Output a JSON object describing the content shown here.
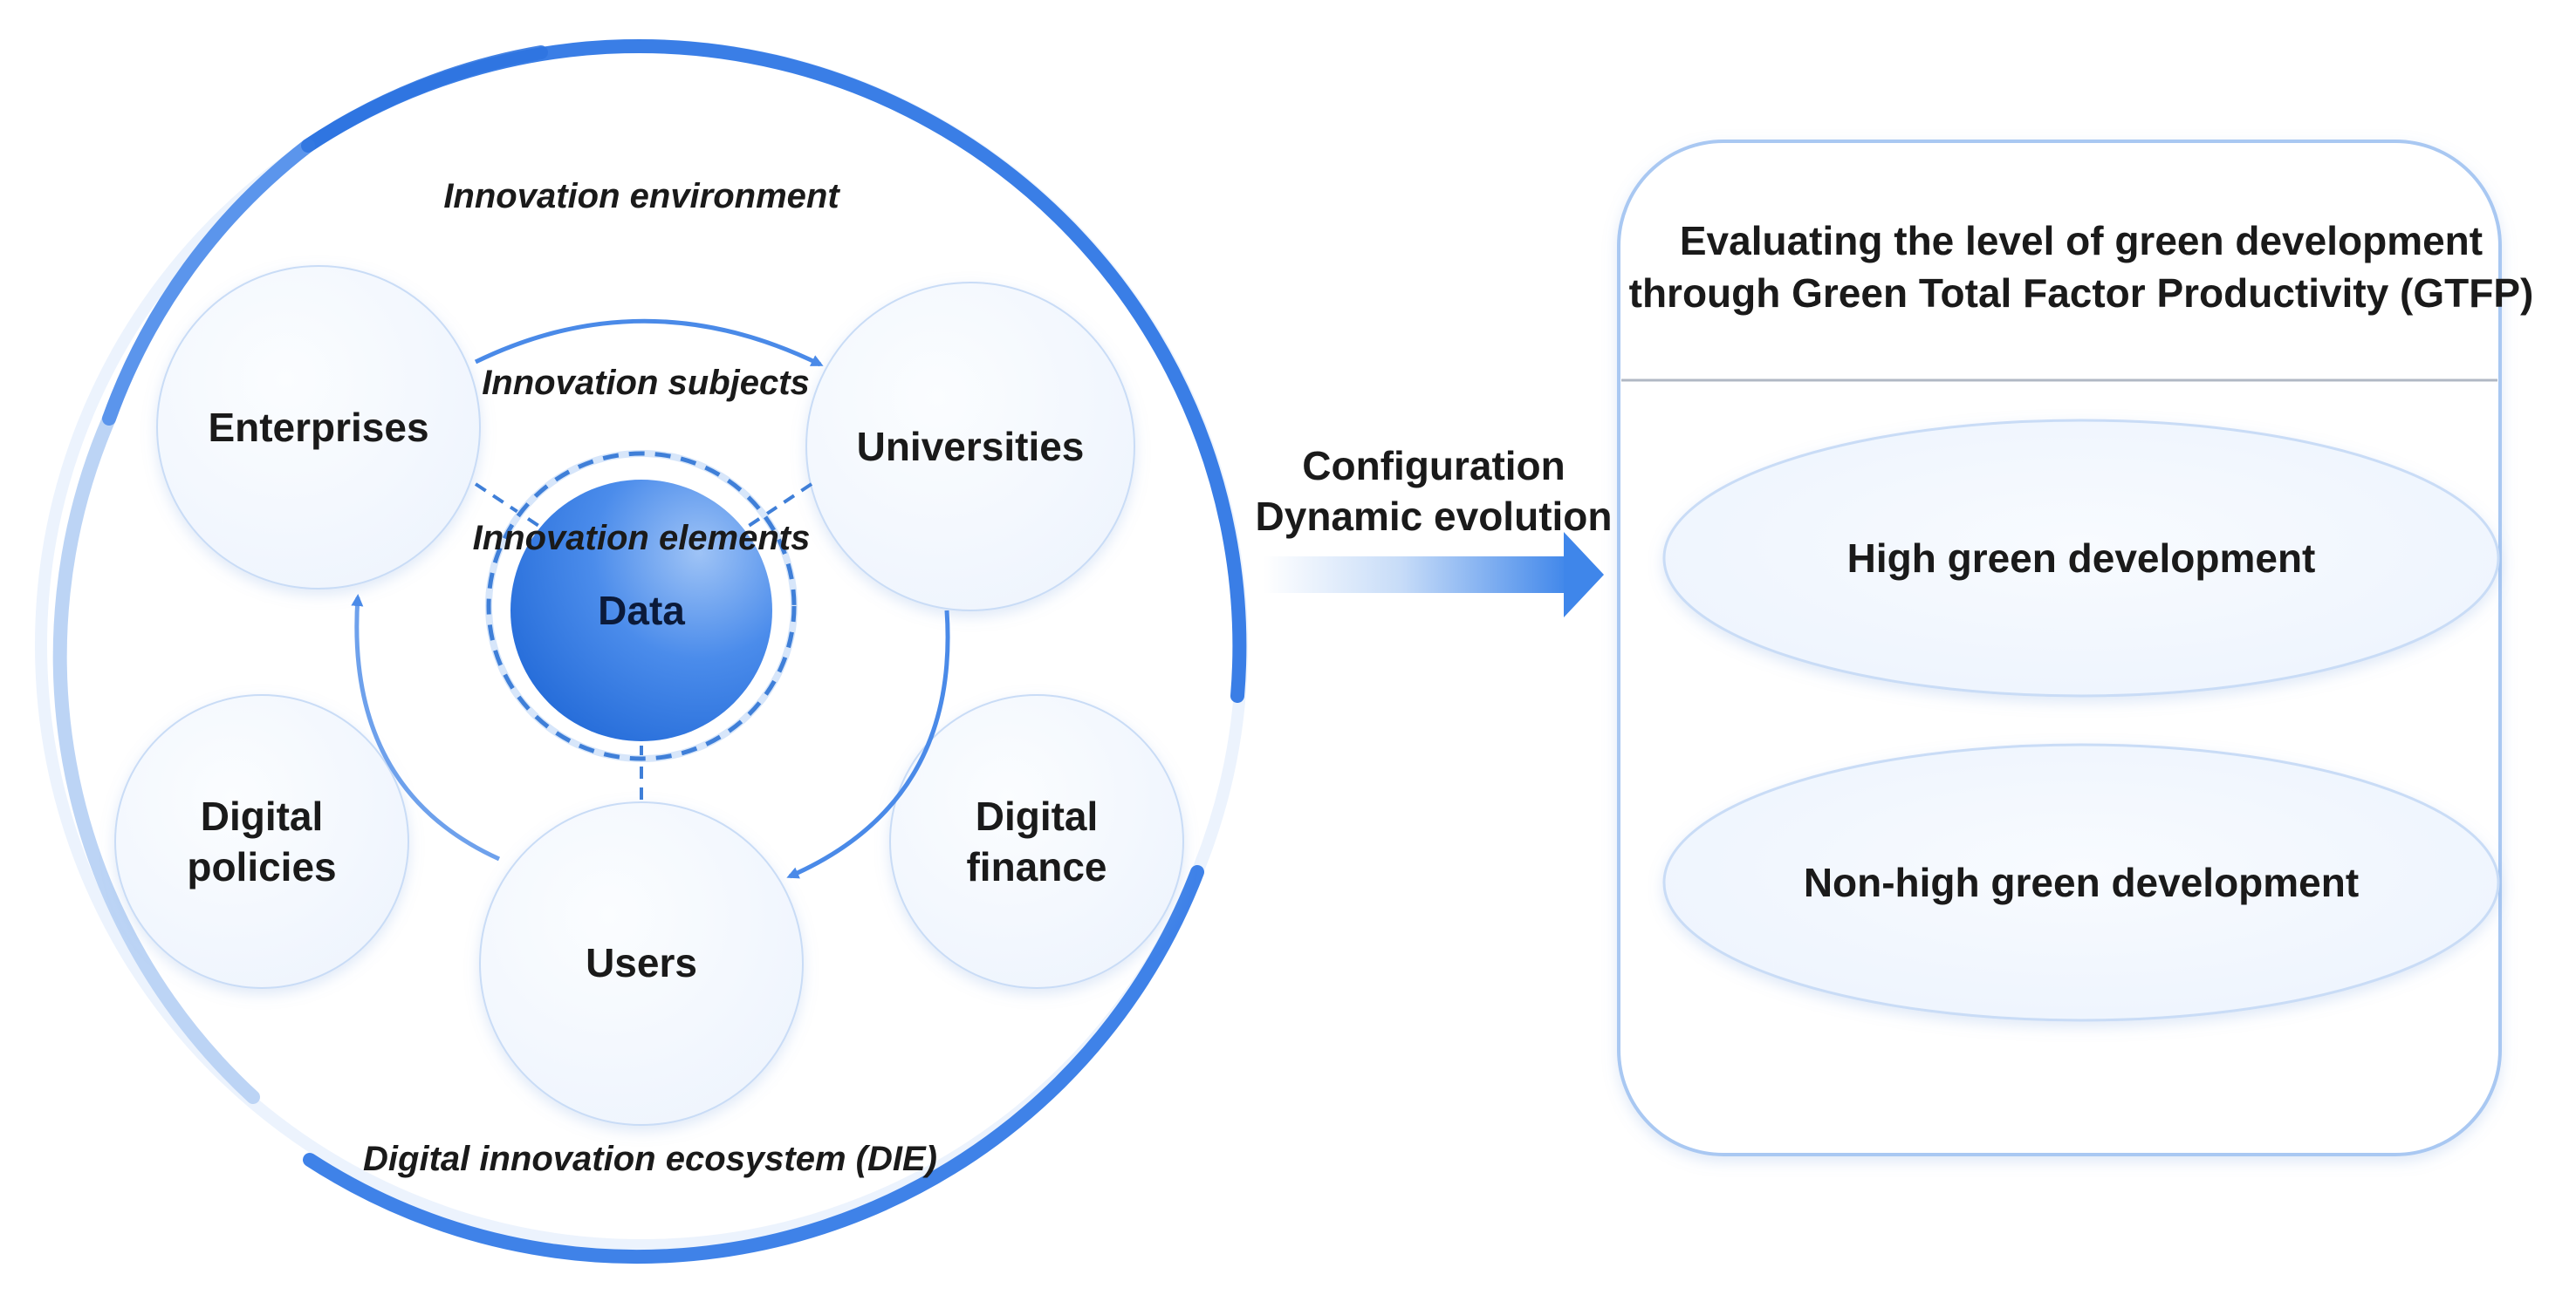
{
  "left_panel": {
    "ecosystem_label": "Digital innovation ecosystem (DIE)",
    "environment_label": "Innovation environment",
    "subjects_label": "Innovation subjects",
    "elements_label": "Innovation elements",
    "nodes": {
      "enterprises": "Enterprises",
      "universities": "Universities",
      "users": "Users",
      "data": "Data",
      "digital_policies": [
        "Digital",
        "policies"
      ],
      "digital_finance": [
        "Digital",
        "finance"
      ]
    }
  },
  "center_arrow": {
    "line1": "Configuration",
    "line2": "Dynamic evolution"
  },
  "right_panel": {
    "title_line1": "Evaluating the level of green development",
    "title_line2": "through Green Total Factor Productivity (GTFP)",
    "outcomes": [
      "High green development",
      "Non-high green development"
    ]
  },
  "colors": {
    "accent_blue": "#3a7ee6",
    "light_blue": "#a9c8f2",
    "circle_fill": "#f4f8fe",
    "circle_stroke": "#c9dcf6"
  }
}
